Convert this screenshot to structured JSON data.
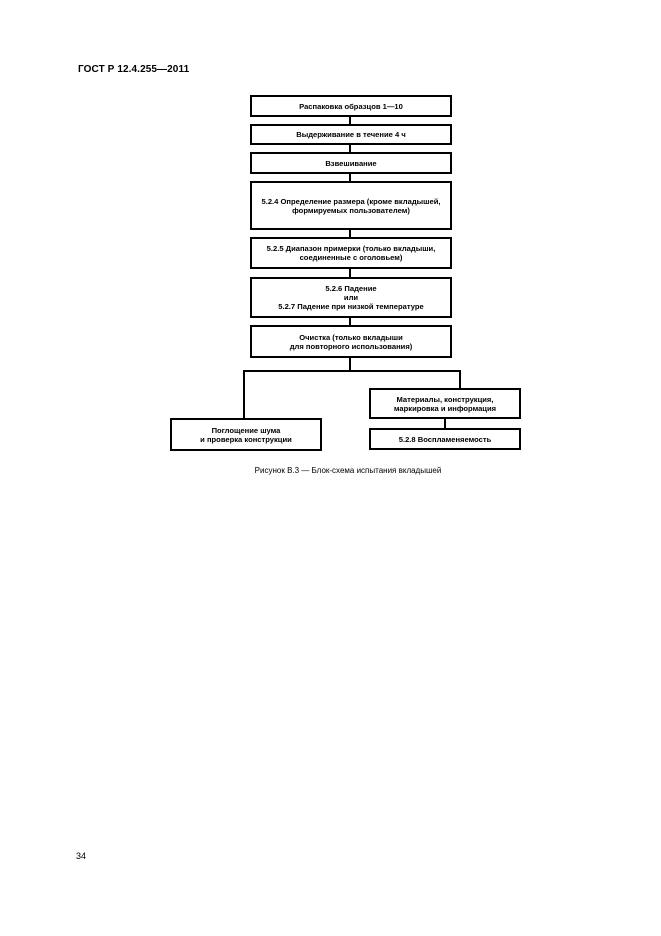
{
  "header": {
    "standard": "ГОСТ Р 12.4.255—2011"
  },
  "flowchart": {
    "steps": [
      "Распаковка образцов 1—10",
      "Выдерживание в течение 4 ч",
      "Взвешивание",
      "5.2.4 Определение размера (кроме вкладышей, формируемых пользователем)",
      "5.2.5 Диапазон примерки (только вкладыши, соединенные с оголовьем)",
      "5.2.6 Падение\nили\n5.2.7 Падение при низкой температуре",
      "Очистка (только вкладыши\nдля повторного использования)"
    ],
    "left_branch": "Поглощение шума\nи проверка конструкции",
    "right_branch": [
      "Материалы, конструкция,\nмаркировка и информация",
      "5.2.8 Воспламеняемость"
    ]
  },
  "caption": "Рисунок В.3 — Блок-схема испытания вкладышей",
  "page_number": "34"
}
